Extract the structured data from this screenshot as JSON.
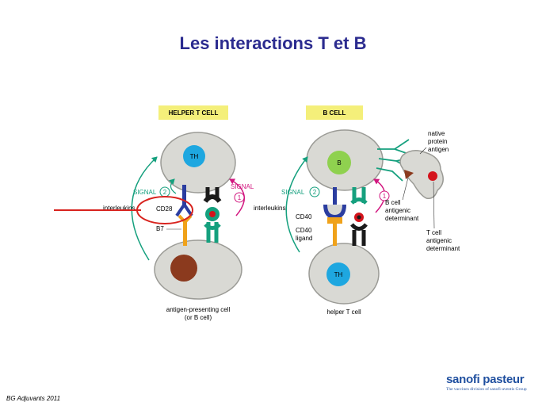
{
  "slide": {
    "title": "Les interactions T et B",
    "footer": "BG Adjuvants 2011",
    "logo": {
      "name": "sanofi pasteur",
      "tagline": "The vaccines division of sanofi-aventis Group"
    }
  },
  "colors": {
    "title": "#2b2b8f",
    "label_bg": "#f4ef7a",
    "cell_fill": "#d9d9d4",
    "cell_stroke": "#9b9b96",
    "th_nucleus": "#1ea7e0",
    "b_nucleus": "#8fd14f",
    "apc_nucleus": "#8b3a1e",
    "signal_green": "#15a07e",
    "signal_magenta": "#d2167f",
    "receptor_blue": "#2b3da0",
    "receptor_orange": "#f0a21a",
    "mhc_red": "#d4141c",
    "highlight_red": "#d8231e",
    "logo_blue": "#1f4f9f"
  },
  "left_panel": {
    "header": "HELPER T CELL",
    "top_cell": "TH",
    "signal_2": "SIGNAL",
    "signal_2_num": "2",
    "signal_1": "SIGNAL",
    "signal_1_num": "1",
    "interleukins": "interleukins",
    "cd28": "CD28",
    "b7": "B7",
    "caption_line1": "antigen-presenting cell",
    "caption_line2": "(or B cell)"
  },
  "right_panel": {
    "header": "B CELL",
    "top_cell": "B",
    "bottom_cell": "TH",
    "signal_2": "SIGNAL",
    "signal_2_num": "2",
    "signal_1_num": "1",
    "interleukins": "interleukins",
    "cd40": "CD40",
    "cd40_ligand_line1": "CD40",
    "cd40_ligand_line2": "ligand",
    "native_line1": "native",
    "native_line2": "protein",
    "native_line3": "antigen",
    "bcell_det_line1": "B cell",
    "bcell_det_line2": "antigenic",
    "bcell_det_line3": "determinant",
    "tcell_det_line1": "T cell",
    "tcell_det_line2": "antigenic",
    "tcell_det_line3": "determinant",
    "caption": "helper T cell"
  }
}
